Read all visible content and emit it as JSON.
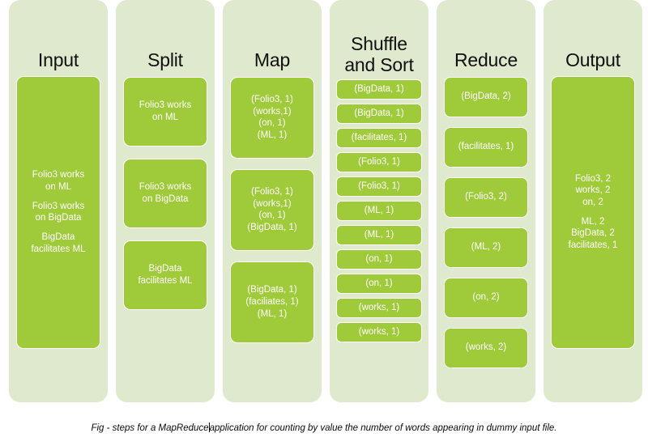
{
  "diagram": {
    "title": "MapReduce word count steps",
    "colors": {
      "column_bg": "#dfe9cd",
      "box_bg": "#9fcb3b",
      "box_border": "#ffffff",
      "title_text": "#101010",
      "box_text": "#ffffff",
      "page_bg": "#ffffff"
    }
  },
  "columns": [
    {
      "id": "input",
      "title": "Input",
      "boxes": [
        {
          "groups": [
            {
              "lines": [
                "Folio3 works",
                "on ML"
              ]
            },
            {
              "lines": [
                "Folio3 works",
                "on BigData"
              ]
            },
            {
              "lines": [
                "BigData",
                "facilitates ML"
              ]
            }
          ]
        }
      ]
    },
    {
      "id": "split",
      "title": "Split",
      "boxes": [
        {
          "groups": [
            {
              "lines": [
                "Folio3 works",
                "on ML"
              ]
            }
          ]
        },
        {
          "groups": [
            {
              "lines": [
                "Folio3 works",
                "on BigData"
              ]
            }
          ]
        },
        {
          "groups": [
            {
              "lines": [
                "BigData",
                "facilitates ML"
              ]
            }
          ]
        }
      ]
    },
    {
      "id": "map",
      "title": "Map",
      "boxes": [
        {
          "groups": [
            {
              "lines": [
                "(Folio3, 1)",
                "(works,1)",
                "(on, 1)",
                "(ML, 1)"
              ]
            }
          ]
        },
        {
          "groups": [
            {
              "lines": [
                "(Folio3, 1)",
                "(works,1)",
                "(on, 1)",
                "(BigData, 1)"
              ]
            }
          ]
        },
        {
          "groups": [
            {
              "lines": [
                "(BigData, 1)",
                "(faciliates, 1)",
                "(ML, 1)"
              ]
            }
          ]
        }
      ]
    },
    {
      "id": "shuffle",
      "title": "Shuffle\nand Sort",
      "title_lines": [
        "Shuffle",
        "and Sort"
      ],
      "rows": [
        "(BigData, 1)",
        "(BigData, 1)",
        "(facilitates, 1)",
        "(Folio3, 1)",
        "(Folio3, 1)",
        "(ML, 1)",
        "(ML, 1)",
        "(on, 1)",
        "(on, 1)",
        "(works, 1)",
        "(works, 1)"
      ]
    },
    {
      "id": "reduce",
      "title": "Reduce",
      "rows": [
        "(BigData, 2)",
        "(facilitates, 1)",
        "(Folio3, 2)",
        "(ML, 2)",
        "(on, 2)",
        "(works, 2)"
      ]
    },
    {
      "id": "output",
      "title": "Output",
      "boxes": [
        {
          "groups": [
            {
              "lines": [
                "Folio3, 2",
                "works, 2",
                "on, 2"
              ]
            },
            {
              "lines": [
                "ML, 2",
                "BigData, 2",
                "facilitates, 1"
              ]
            }
          ]
        }
      ]
    }
  ],
  "caption": {
    "part1": "Fig - steps for a MapReduce",
    "part2": "application for counting by value the number of words appearing in dummy input file."
  }
}
